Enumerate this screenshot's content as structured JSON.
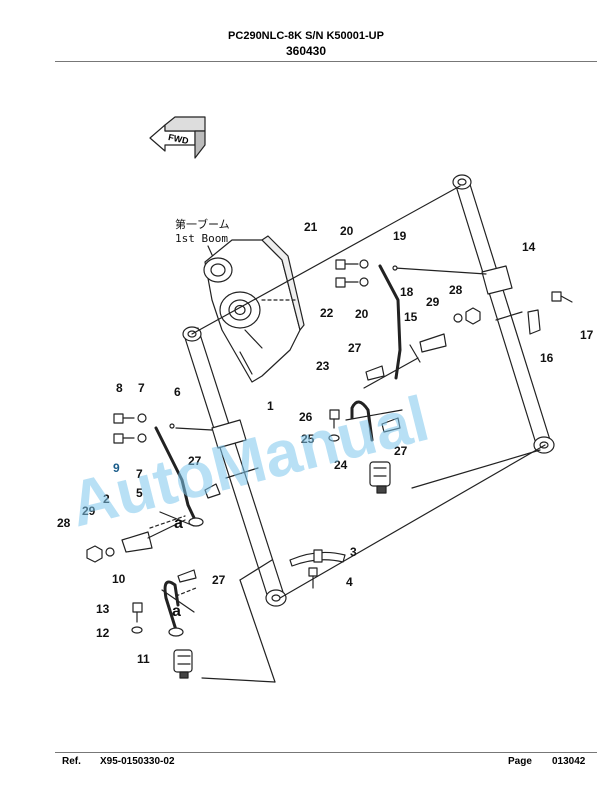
{
  "header": {
    "model": "PC290NLC-8K S/N K50001-UP",
    "code": "360430"
  },
  "footer": {
    "ref_label": "Ref.",
    "ref_value": "X95-0150330-02",
    "page_label": "Page",
    "page_value": "013042"
  },
  "diagram": {
    "boom_label_jp": "第一ブーム",
    "boom_label_en": "1st Boom",
    "fwd_label": "FWD",
    "callout_a": "a",
    "watermark": "AutoManual",
    "callouts": [
      "1",
      "2",
      "3",
      "4",
      "5",
      "6",
      "7",
      "7",
      "8",
      "9",
      "10",
      "11",
      "12",
      "13",
      "14",
      "15",
      "16",
      "17",
      "18",
      "19",
      "20",
      "20",
      "21",
      "22",
      "23",
      "24",
      "25",
      "26",
      "27",
      "27",
      "27",
      "27",
      "28",
      "28",
      "29",
      "29"
    ]
  },
  "colors": {
    "watermark": "#7ec7ec",
    "line": "#222222"
  }
}
